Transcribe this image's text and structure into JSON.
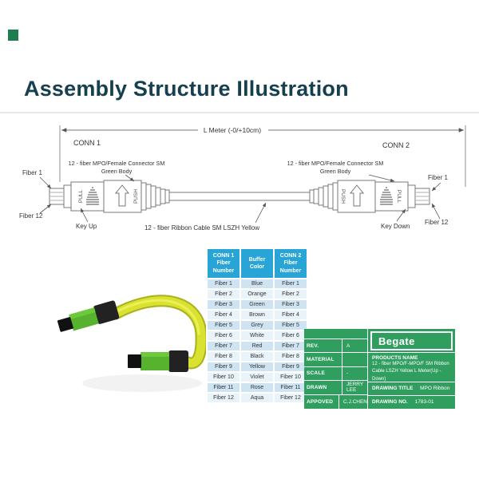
{
  "page": {
    "title": "Assembly Structure Illustration"
  },
  "colors": {
    "title_teal": "#16404f",
    "title_block_green": "#2f9e5f",
    "table_header_blue": "#29a4d6",
    "cable_yellow": "#d9e131",
    "connector_green": "#57b32e"
  },
  "diagram": {
    "dimension_label": "L Meter (-0/+10cm)",
    "conn1_label": "CONN 1",
    "conn2_label": "CONN 2",
    "connector_label_line1": "12 - fiber MPO/Female Connector SM",
    "connector_label_line2": "Green Body",
    "cable_label": "12 - fiber Ribbon Cable SM LSZH Yellow",
    "fiber1_label": "Fiber 1",
    "fiber12_label": "Fiber 12",
    "key_up_label": "Key Up",
    "key_down_label": "Key Down",
    "pull_label": "PULL",
    "push_label": "PUSH"
  },
  "fiber_table": {
    "headers": [
      "CONN 1 Fiber Number",
      "Buffer Color",
      "CONN 2 Fiber Number"
    ],
    "rows": [
      [
        "Fiber 1",
        "Blue",
        "Fiber 1"
      ],
      [
        "Fiber 2",
        "Orange",
        "Fiber 2"
      ],
      [
        "Fiber 3",
        "Green",
        "Fiber 3"
      ],
      [
        "Fiber 4",
        "Brown",
        "Fiber 4"
      ],
      [
        "Fiber 5",
        "Grey",
        "Fiber 5"
      ],
      [
        "Fiber 6",
        "White",
        "Fiber 6"
      ],
      [
        "Fiber 7",
        "Red",
        "Fiber 7"
      ],
      [
        "Fiber 8",
        "Black",
        "Fiber 8"
      ],
      [
        "Fiber 9",
        "Yellow",
        "Fiber 9"
      ],
      [
        "Fiber 10",
        "Violet",
        "Fiber 10"
      ],
      [
        "Fiber 11",
        "Rose",
        "Fiber 11"
      ],
      [
        "Fiber 12",
        "Aqua",
        "Fiber 12"
      ]
    ]
  },
  "title_block": {
    "brand": "Begate",
    "rows": [
      {
        "label": "REV.",
        "value": "A"
      },
      {
        "label": "MATERIAL",
        "value": ""
      },
      {
        "label": "SCALE",
        "value": "-"
      },
      {
        "label": "DRAWN",
        "value": "JERRY LEE"
      },
      {
        "label": "APPOVED",
        "value": "C.J.CHEN"
      }
    ],
    "products_name_label": "PRODUCTS NAME",
    "products_name_line1": "12 - fiber MPO/F-MPO/F SM Ribbon",
    "products_name_line2": "Cable LSZH Yellow L Meter(Up - Down)",
    "drawing_title_label": "DRAWING TITLE",
    "drawing_title_value": "MPO Ribbon",
    "drawing_no_label": "DRAWING NO.",
    "drawing_no_value": "1783-01"
  }
}
